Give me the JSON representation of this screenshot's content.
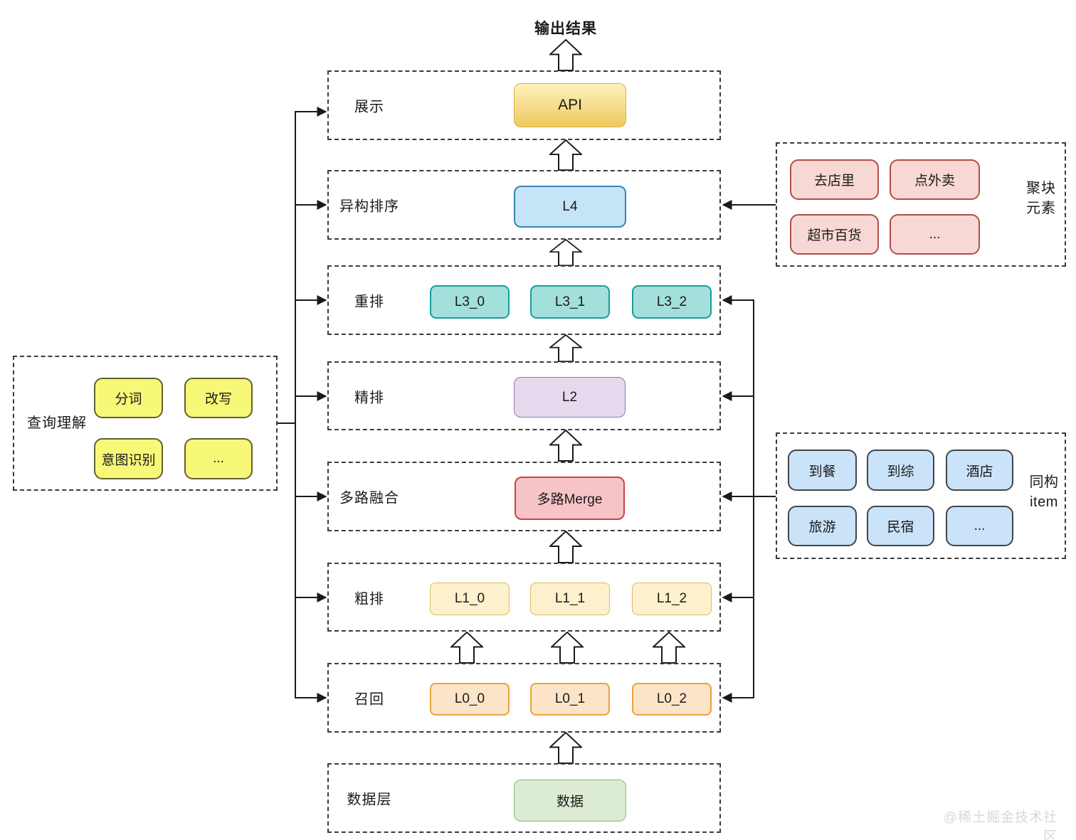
{
  "output_label": "输出结果",
  "watermark": "@稀土掘金技术社区",
  "layers": [
    {
      "label": "展示",
      "nodes": [
        {
          "text": "API"
        }
      ]
    },
    {
      "label": "异构排序",
      "nodes": [
        {
          "text": "L4"
        }
      ]
    },
    {
      "label": "重排",
      "nodes": [
        {
          "text": "L3_0"
        },
        {
          "text": "L3_1"
        },
        {
          "text": "L3_2"
        }
      ]
    },
    {
      "label": "精排",
      "nodes": [
        {
          "text": "L2"
        }
      ]
    },
    {
      "label": "多路融合",
      "nodes": [
        {
          "text": "多路Merge"
        }
      ]
    },
    {
      "label": "粗排",
      "nodes": [
        {
          "text": "L1_0"
        },
        {
          "text": "L1_1"
        },
        {
          "text": "L1_2"
        }
      ]
    },
    {
      "label": "召回",
      "nodes": [
        {
          "text": "L0_0"
        },
        {
          "text": "L0_1"
        },
        {
          "text": "L0_2"
        }
      ]
    },
    {
      "label": "数据层",
      "nodes": [
        {
          "text": "数据"
        }
      ]
    }
  ],
  "query_panel": {
    "label": "查询理解",
    "items": [
      "分词",
      "改写",
      "意图识别",
      "..."
    ]
  },
  "block_panel": {
    "label_line1": "聚块",
    "label_line2": "元素",
    "items": [
      "去店里",
      "点外卖",
      "超市百货",
      "..."
    ]
  },
  "item_panel": {
    "label_line1": "同构",
    "label_line2": "item",
    "items": [
      "到餐",
      "到综",
      "酒店",
      "旅游",
      "民宿",
      "..."
    ]
  },
  "colors": {
    "api_top": "#FDF2BE",
    "api_bottom": "#F0C85E",
    "api_border": "#D9B23C",
    "l4_fill": "#C5E4F5",
    "l4_border": "#3585B5",
    "l3_fill": "#A3DFDB",
    "l3_border": "#169DA0",
    "l2_fill": "#E5D9EE",
    "l2_border": "#8F78A8",
    "merge_fill": "#F6C3C6",
    "merge_border": "#C64542",
    "l1_fill": "#FCF1CC",
    "l1_border": "#DCB964",
    "l0_fill": "#FBE4C7",
    "l0_border": "#E8A23C",
    "data_fill": "#DCEBD3",
    "data_border": "#90B575",
    "query_fill": "#F8F878",
    "query_border": "#60602F",
    "block_fill": "#F8D8D4",
    "block_border": "#AF4E49",
    "item_fill": "#CAE3F8",
    "item_border": "#40454D",
    "line": "#1A1A1A",
    "dash_border": "#3B3B3B",
    "watermark": "#D8D8D8"
  }
}
